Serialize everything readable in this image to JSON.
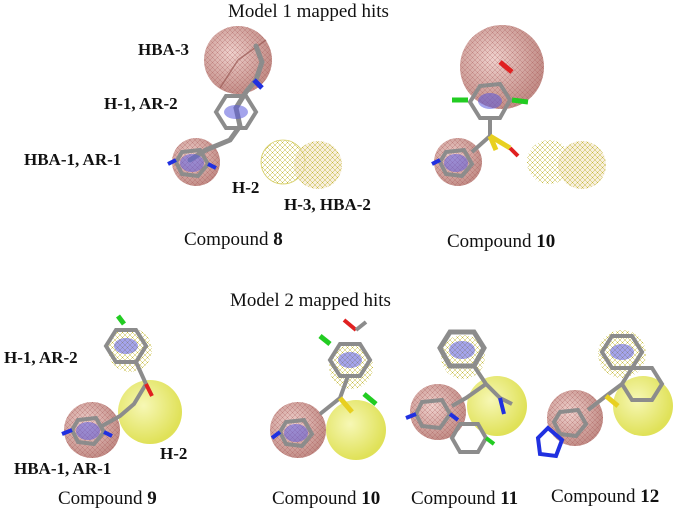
{
  "sections": {
    "model1_title": "Model 1 mapped hits",
    "model2_title": "Model 2 mapped hits"
  },
  "model1": {
    "labels": {
      "hba3": "HBA-3",
      "h1_ar2": "H-1, AR-2",
      "hba1_ar1": "HBA-1, AR-1",
      "h2": "H-2",
      "h3_hba2": "H-3, HBA-2"
    },
    "compounds": [
      {
        "prefix": "Compound ",
        "number": "8"
      },
      {
        "prefix": "Compound ",
        "number": "10"
      }
    ]
  },
  "model2": {
    "labels": {
      "h1_ar2": "H-1, AR-2",
      "h2": "H-2",
      "hba1_ar1": "HBA-1, AR-1"
    },
    "compounds": [
      {
        "prefix": "Compound ",
        "number": "9"
      },
      {
        "prefix": "Compound ",
        "number": "10"
      },
      {
        "prefix": "Compound ",
        "number": "11"
      },
      {
        "prefix": "Compound ",
        "number": "12"
      }
    ]
  },
  "colors": {
    "hba_sphere": "#c98a86",
    "hydrophobic_sphere": "#e6e84a",
    "aromatic_ring": "#5a5adc",
    "bond": "#8c8c8c",
    "nitrogen": "#2030e0",
    "oxygen": "#e02020",
    "halogen": "#22cc22"
  }
}
